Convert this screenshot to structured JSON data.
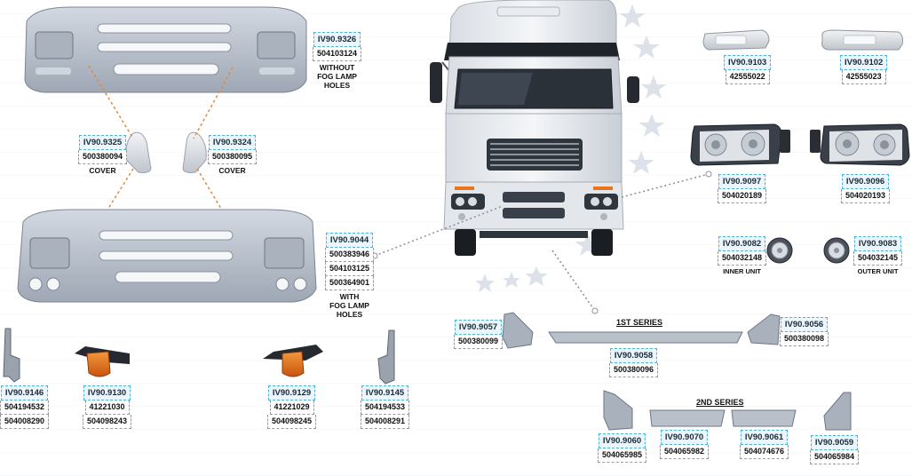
{
  "bumper_top": {
    "code": "IV90.9326",
    "oe": "504103124",
    "note": "WITHOUT\nFOG LAMP\nHOLES"
  },
  "cover_left": {
    "code": "IV90.9325",
    "oe": "500380094",
    "note": "COVER"
  },
  "cover_right": {
    "code": "IV90.9324",
    "oe": "500380095",
    "note": "COVER"
  },
  "bumper_fog": {
    "code": "IV90.9044",
    "oe1": "500383946",
    "oe2": "504103125",
    "oe3": "500364901",
    "note": "WITH\nFOG LAMP\nHOLES"
  },
  "bracket_left": {
    "code": "IV90.9146",
    "oe1": "504194532",
    "oe2": "504008290"
  },
  "marker_left": {
    "code": "IV90.9130",
    "oe1": "41221030",
    "oe2": "504098243"
  },
  "marker_right": {
    "code": "IV90.9129",
    "oe1": "41221029",
    "oe2": "504098245"
  },
  "bracket_right": {
    "code": "IV90.9145",
    "oe1": "504194533",
    "oe2": "504008291"
  },
  "lamp_top_left": {
    "code": "IV90.9103",
    "oe": "42555022"
  },
  "lamp_top_right": {
    "code": "IV90.9102",
    "oe": "42555023"
  },
  "headlamp_left": {
    "code": "IV90.9097",
    "oe": "504020189"
  },
  "headlamp_right": {
    "code": "IV90.9096",
    "oe": "504020193"
  },
  "foglamp_inner": {
    "code": "IV90.9082",
    "oe": "504032148",
    "note": "INNER UNIT"
  },
  "foglamp_outer": {
    "code": "IV90.9083",
    "oe": "504032145",
    "note": "OUTER UNIT"
  },
  "series1": {
    "title": "1ST SERIES",
    "left_end": {
      "code": "IV90.9057",
      "oe": "500380099"
    },
    "center": {
      "code": "IV90.9058",
      "oe": "500380096"
    },
    "right_end": {
      "code": "IV90.9056",
      "oe": "500380098"
    }
  },
  "series2": {
    "title": "2ND SERIES",
    "left_end": {
      "code": "IV90.9060",
      "oe": "504065985"
    },
    "center_left": {
      "code": "IV90.9070",
      "oe": "504065982"
    },
    "center_right": {
      "code": "IV90.9061",
      "oe": "504074676"
    },
    "right_end": {
      "code": "IV90.9059",
      "oe": "504065984"
    }
  },
  "colors": {
    "accent": "#4fb3d8",
    "connector": "#e08a3c",
    "bumper": "#b7bfcb",
    "amber": "#e8761c"
  }
}
